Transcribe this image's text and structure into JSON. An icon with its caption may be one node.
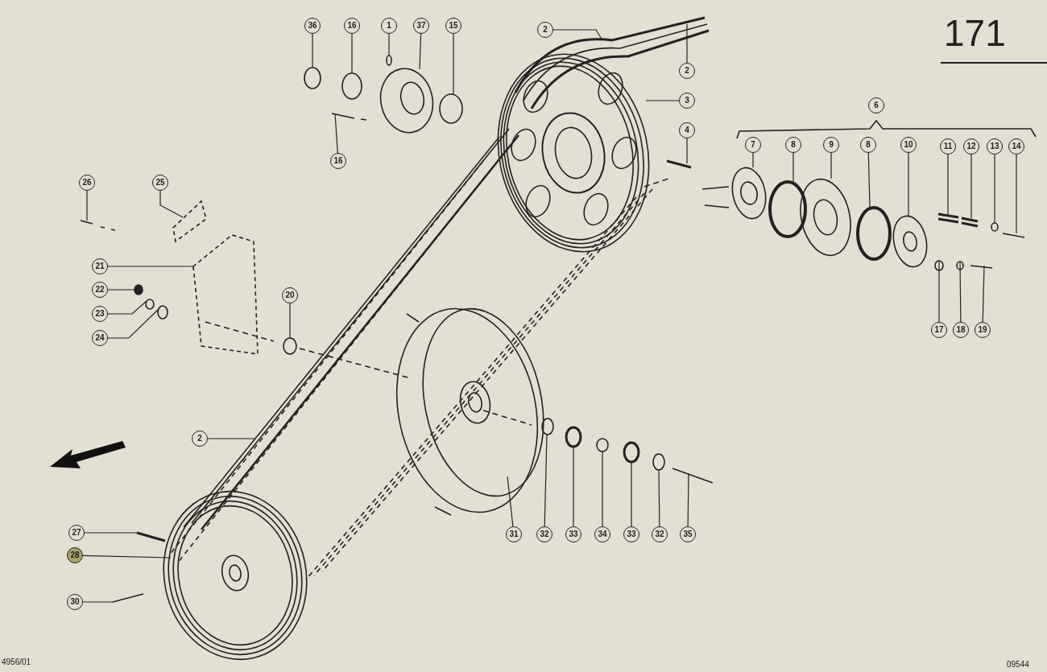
{
  "diagram": {
    "nodes": [
      {
        "text": [
          "36"
        ]
      },
      {
        "text": [
          "16"
        ]
      },
      {
        "text": [
          "1"
        ]
      },
      {
        "text": [
          "37"
        ]
      },
      {
        "text": [
          "15"
        ]
      },
      {
        "text": [
          "2"
        ]
      },
      {
        "text": [
          "2"
        ]
      },
      {
        "text": [
          "3"
        ]
      },
      {
        "text": [
          "4"
        ]
      },
      {
        "text": [
          "16"
        ]
      },
      {
        "text": [
          "7"
        ]
      },
      {
        "text": [
          "8"
        ]
      },
      {
        "text": [
          "9"
        ]
      },
      {
        "text": [
          "8"
        ]
      },
      {
        "text": [
          "10"
        ]
      },
      {
        "text": [
          "11"
        ]
      },
      {
        "text": [
          "12"
        ]
      },
      {
        "text": [
          "13"
        ]
      },
      {
        "text": [
          "14"
        ]
      },
      {
        "text": [
          "17"
        ]
      },
      {
        "text": [
          "18"
        ]
      },
      {
        "text": [
          "19"
        ]
      },
      {
        "text": [
          "26"
        ]
      },
      {
        "text": [
          "25"
        ]
      },
      {
        "text": [
          "21"
        ]
      },
      {
        "text": [
          "22"
        ]
      },
      {
        "text": [
          "23"
        ]
      },
      {
        "text": [
          "24"
        ]
      },
      {
        "text": [
          "20"
        ]
      },
      {
        "text": [
          "2"
        ]
      },
      {
        "text": [
          "27"
        ]
      },
      {
        "text": [
          "28"
        ]
      },
      {
        "text": [
          "30"
        ]
      },
      {
        "text": [
          "31"
        ]
      },
      {
        "text": [
          "32"
        ]
      },
      {
        "text": [
          "33"
        ]
      },
      {
        "text": [
          "34"
        ]
      },
      {
        "text": [
          "33"
        ]
      },
      {
        "text": [
          "32"
        ]
      },
      {
        "text": [
          "35"
        ]
      },
      {
        "text": [
          "6"
        ]
      },
      {
        "text": [],
        "shape": "circle"
      },
      {
        "text": [],
        "shape": "circle"
      },
      {
        "text": [],
        "shape": "circle"
      },
      {
        "text": [],
        "shape": "picture"
      },
      {
        "text": [],
        "shape": "circle"
      },
      {
        "text": [],
        "shape": "picture"
      },
      {
        "text": [],
        "shape": "picture"
      },
      {
        "text": [],
        "shape": "picture"
      },
      {
        "text": [],
        "shape": "circle"
      },
      {
        "text": [],
        "shape": "picture"
      },
      {
        "text": [],
        "shape": "circle"
      },
      {
        "text": [],
        "shape": "picture"
      },
      {
        "text": [],
        "shape": "picture"
      },
      {
        "text": [],
        "shape": "picture"
      },
      {
        "text": [],
        "shape": "circle"
      },
      {
        "text": [],
        "shape": "picture"
      },
      {
        "text": [],
        "shape": "circle"
      },
      {
        "text": [],
        "shape": "circle"
      },
      {
        "text": [],
        "shape": "picture"
      },
      {
        "text": [],
        "shape": "picture"
      },
      {
        "text": [],
        "shape": "picture"
      },
      {
        "text": [],
        "shape": "circle"
      },
      {
        "text": [],
        "shape": "circle"
      },
      {
        "text": [],
        "shape": "circle"
      },
      {
        "text": [],
        "shape": "circle"
      },
      {
        "text": [],
        "shape": "picture"
      },
      {
        "text": [],
        "shape": "picture"
      },
      {
        "text": [],
        "shape": "circle"
      },
      {
        "text": [],
        "shape": "circle"
      },
      {
        "text": [],
        "shape": "circle"
      },
      {
        "text": [],
        "shape": "circle"
      },
      {
        "text": [],
        "shape": "circle"
      },
      {
        "text": [],
        "shape": "picture"
      }
    ],
    "edges": [
      {
        "from": 0,
        "to": 41,
        "arrow": "none"
      },
      {
        "from": 1,
        "to": 42,
        "arrow": "none"
      },
      {
        "from": 2,
        "to": 43,
        "arrow": "none"
      },
      {
        "from": 3,
        "to": 44,
        "arrow": "none"
      },
      {
        "from": 4,
        "to": 45,
        "arrow": "none"
      },
      {
        "from": 5,
        "to": null,
        "arrow": "none"
      },
      {
        "from": 6,
        "to": null,
        "arrow": "none"
      },
      {
        "from": 7,
        "to": null,
        "arrow": "none"
      },
      {
        "from": 8,
        "to": 46,
        "arrow": "none"
      },
      {
        "from": 9,
        "to": 47,
        "arrow": "none"
      },
      {
        "from": 10,
        "to": 48,
        "arrow": "none"
      },
      {
        "from": 11,
        "to": 49,
        "arrow": "none"
      },
      {
        "from": 12,
        "to": 50,
        "arrow": "none"
      },
      {
        "from": 13,
        "to": 51,
        "arrow": "none"
      },
      {
        "from": 14,
        "to": 52,
        "arrow": "none"
      },
      {
        "from": 15,
        "to": 53,
        "arrow": "none"
      },
      {
        "from": 16,
        "to": 54,
        "arrow": "none"
      },
      {
        "from": 17,
        "to": 55,
        "arrow": "none"
      },
      {
        "from": 18,
        "to": 56,
        "arrow": "none"
      },
      {
        "from": 19,
        "to": 57,
        "arrow": "none"
      },
      {
        "from": 20,
        "to": 58,
        "arrow": "none"
      },
      {
        "from": 21,
        "to": 59,
        "arrow": "none"
      },
      {
        "from": 22,
        "to": 60,
        "arrow": "none"
      },
      {
        "from": 23,
        "to": 61,
        "arrow": "none"
      },
      {
        "from": 24,
        "to": 61,
        "arrow": "none"
      },
      {
        "from": 25,
        "to": 62,
        "arrow": "none"
      },
      {
        "from": 26,
        "to": 63,
        "arrow": "none"
      },
      {
        "from": 27,
        "to": 64,
        "arrow": "none"
      },
      {
        "from": 28,
        "to": 65,
        "arrow": "none"
      },
      {
        "from": 29,
        "to": null,
        "arrow": "none"
      },
      {
        "from": 30,
        "to": 66,
        "arrow": "none"
      },
      {
        "from": 31,
        "to": null,
        "arrow": "none"
      },
      {
        "from": 32,
        "to": 67,
        "arrow": "none"
      },
      {
        "from": 33,
        "to": null,
        "arrow": "none"
      },
      {
        "from": 34,
        "to": 68,
        "arrow": "none"
      },
      {
        "from": 35,
        "to": 69,
        "arrow": "none"
      },
      {
        "from": 36,
        "to": 70,
        "arrow": "none"
      },
      {
        "from": 37,
        "to": 71,
        "arrow": "none"
      },
      {
        "from": 38,
        "to": 72,
        "arrow": "none"
      },
      {
        "from": 39,
        "to": 73,
        "arrow": "none"
      }
    ],
    "labels": [
      "171",
      "4956/01",
      "09544"
    ]
  }
}
